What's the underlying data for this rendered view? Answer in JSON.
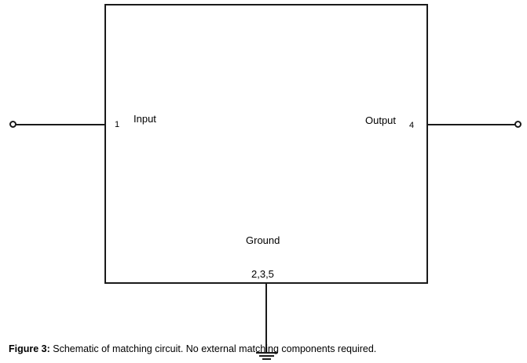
{
  "figure": {
    "caption_label": "Figure 3:",
    "caption_text": " Schematic of matching circuit. No external matching components required.",
    "box": {
      "ports": [
        {
          "name": "input",
          "label": "Input",
          "pin": "1"
        },
        {
          "name": "output",
          "label": "Output",
          "pin": "4"
        },
        {
          "name": "ground",
          "label": "Ground",
          "pin": "2,3,5"
        }
      ]
    },
    "colors": {
      "line": "#1a1a1a",
      "background": "#ffffff",
      "text": "#000000"
    }
  }
}
